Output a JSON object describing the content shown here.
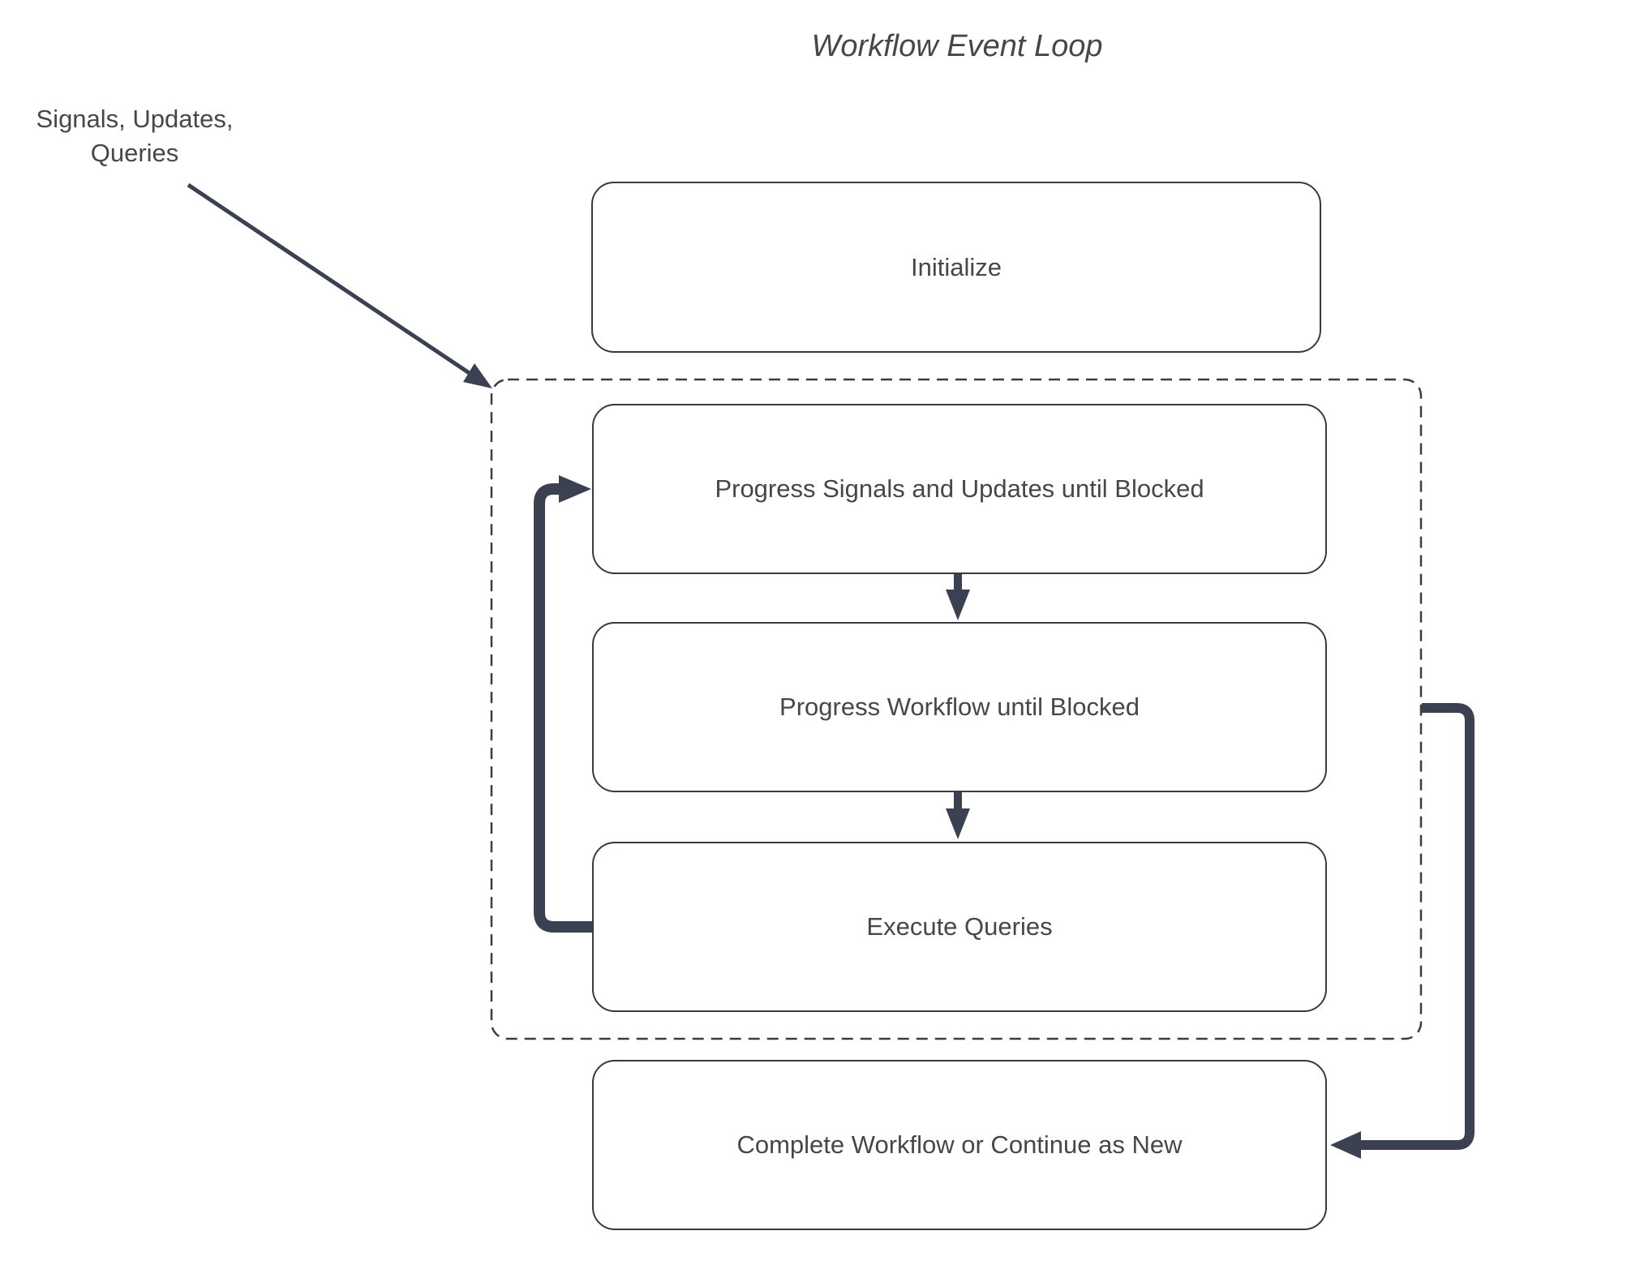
{
  "diagram": {
    "title": "Workflow Event Loop",
    "input_label": "Signals, Updates,\nQueries",
    "container_label": "event-loop-dashed-group",
    "nodes": [
      {
        "id": "initialize",
        "label": "Initialize"
      },
      {
        "id": "progress-signals",
        "label": "Progress Signals and Updates until Blocked"
      },
      {
        "id": "progress-workflow",
        "label": "Progress Workflow until Blocked"
      },
      {
        "id": "execute-queries",
        "label": "Execute Queries"
      },
      {
        "id": "complete",
        "label": "Complete Workflow or Continue as New"
      }
    ],
    "edges": [
      {
        "from": "Signals, Updates, Queries",
        "to": "event-loop-container",
        "type": "input-arrow"
      },
      {
        "from": "Progress Signals and Updates until Blocked",
        "to": "Progress Workflow until Blocked",
        "type": "down-arrow"
      },
      {
        "from": "Progress Workflow until Blocked",
        "to": "Execute Queries",
        "type": "down-arrow"
      },
      {
        "from": "Execute Queries",
        "to": "Progress Signals and Updates until Blocked",
        "type": "loop-back-arrow"
      },
      {
        "from": "event-loop-container",
        "to": "Complete Workflow or Continue as New",
        "type": "exit-arrow"
      }
    ]
  },
  "colors": {
    "connector": "#3b4150",
    "border": "#3a3a3a",
    "dash": "#3d3d3d",
    "text": "#474747",
    "bg": "#ffffff"
  }
}
